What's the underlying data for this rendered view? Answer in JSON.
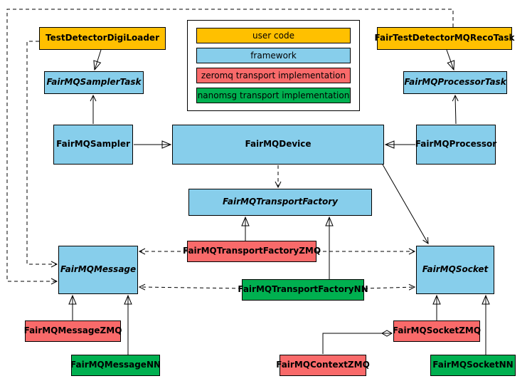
{
  "colors": {
    "user_code": "#FFC000",
    "framework": "#87CEEB",
    "zeromq": "#F96A6A",
    "nanomsg": "#00B050",
    "border": "#000000",
    "background": "#FFFFFF"
  },
  "legend": {
    "items": [
      {
        "id": "user-code",
        "label": "user code",
        "color": "#FFC000"
      },
      {
        "id": "framework",
        "label": "framework",
        "color": "#87CEEB"
      },
      {
        "id": "zeromq",
        "label": "zeromq transport implementation",
        "color": "#F96A6A"
      },
      {
        "id": "nanomsg",
        "label": "nanomsg transport implementation",
        "color": "#00B050"
      }
    ]
  },
  "nodes": {
    "test_detector_digi_loader": {
      "label": "TestDetectorDigiLoader",
      "category": "user code",
      "abstract": false
    },
    "fair_test_detector_mq_reco_task": {
      "label": "FairTestDetectorMQRecoTask",
      "category": "user code",
      "abstract": false
    },
    "fair_mq_sampler_task": {
      "label": "FairMQSamplerTask",
      "category": "framework",
      "abstract": true
    },
    "fair_mq_processor_task": {
      "label": "FairMQProcessorTask",
      "category": "framework",
      "abstract": true
    },
    "fair_mq_sampler": {
      "label": "FairMQSampler",
      "category": "framework",
      "abstract": false
    },
    "fair_mq_device": {
      "label": "FairMQDevice",
      "category": "framework",
      "abstract": false
    },
    "fair_mq_processor": {
      "label": "FairMQProcessor",
      "category": "framework",
      "abstract": false
    },
    "fair_mq_transport_factory": {
      "label": "FairMQTransportFactory",
      "category": "framework",
      "abstract": true
    },
    "fair_mq_transport_factory_zmq": {
      "label": "FairMQTransportFactoryZMQ",
      "category": "zeromq transport implementation",
      "abstract": false
    },
    "fair_mq_transport_factory_nn": {
      "label": "FairMQTransportFactoryNN",
      "category": "nanomsg transport implementation",
      "abstract": false
    },
    "fair_mq_message": {
      "label": "FairMQMessage",
      "category": "framework",
      "abstract": true
    },
    "fair_mq_socket": {
      "label": "FairMQSocket",
      "category": "framework",
      "abstract": true
    },
    "fair_mq_message_zmq": {
      "label": "FairMQMessageZMQ",
      "category": "zeromq transport implementation",
      "abstract": false
    },
    "fair_mq_message_nn": {
      "label": "FairMQMessageNN",
      "category": "nanomsg transport implementation",
      "abstract": false
    },
    "fair_mq_context_zmq": {
      "label": "FairMQContextZMQ",
      "category": "zeromq transport implementation",
      "abstract": false
    },
    "fair_mq_socket_zmq": {
      "label": "FairMQSocketZMQ",
      "category": "zeromq transport implementation",
      "abstract": false
    },
    "fair_mq_socket_nn": {
      "label": "FairMQSocketNN",
      "category": "nanomsg transport implementation",
      "abstract": false
    }
  },
  "edges": [
    {
      "from": "TestDetectorDigiLoader",
      "to": "FairMQSamplerTask",
      "type": "inheritance"
    },
    {
      "from": "FairMQSampler",
      "to": "FairMQSamplerTask",
      "type": "association"
    },
    {
      "from": "FairTestDetectorMQRecoTask",
      "to": "FairMQProcessorTask",
      "type": "inheritance"
    },
    {
      "from": "FairMQProcessor",
      "to": "FairMQProcessorTask",
      "type": "association"
    },
    {
      "from": "FairMQSampler",
      "to": "FairMQDevice",
      "type": "inheritance"
    },
    {
      "from": "FairMQProcessor",
      "to": "FairMQDevice",
      "type": "inheritance"
    },
    {
      "from": "FairMQDevice",
      "to": "FairMQTransportFactory",
      "type": "dependency"
    },
    {
      "from": "FairMQTransportFactoryZMQ",
      "to": "FairMQTransportFactory",
      "type": "inheritance"
    },
    {
      "from": "FairMQTransportFactoryNN",
      "to": "FairMQTransportFactory",
      "type": "inheritance"
    },
    {
      "from": "FairMQTransportFactoryZMQ",
      "to": "FairMQMessage",
      "type": "dependency"
    },
    {
      "from": "FairMQTransportFactoryNN",
      "to": "FairMQMessage",
      "type": "dependency"
    },
    {
      "from": "FairMQTransportFactoryZMQ",
      "to": "FairMQSocket",
      "type": "dependency"
    },
    {
      "from": "FairMQTransportFactoryNN",
      "to": "FairMQSocket",
      "type": "dependency"
    },
    {
      "from": "FairMQDevice",
      "to": "FairMQSocket",
      "type": "association"
    },
    {
      "from": "FairMQMessageZMQ",
      "to": "FairMQMessage",
      "type": "inheritance"
    },
    {
      "from": "FairMQMessageNN",
      "to": "FairMQMessage",
      "type": "inheritance"
    },
    {
      "from": "FairMQSocketZMQ",
      "to": "FairMQSocket",
      "type": "inheritance"
    },
    {
      "from": "FairMQSocketNN",
      "to": "FairMQSocket",
      "type": "inheritance"
    },
    {
      "from": "FairMQContextZMQ",
      "to": "FairMQSocketZMQ",
      "type": "composition"
    },
    {
      "from": "TestDetectorDigiLoader",
      "to": "FairMQMessage",
      "type": "dependency"
    },
    {
      "from": "FairTestDetectorMQRecoTask",
      "to": "FairMQMessage",
      "type": "dependency"
    }
  ]
}
